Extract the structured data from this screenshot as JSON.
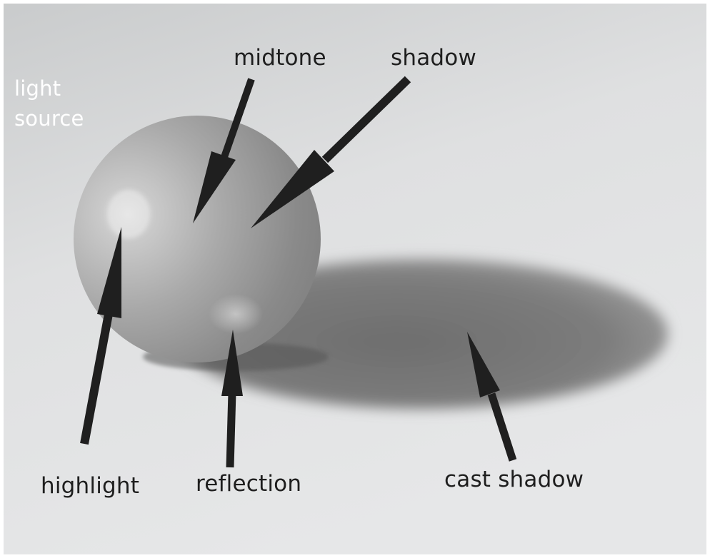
{
  "diagram": {
    "light_source": [
      "light",
      "source"
    ],
    "labels": {
      "midtone": "midtone",
      "shadow": "shadow",
      "highlight": "highlight",
      "reflection": "reflection",
      "cast_shadow": "cast shadow"
    }
  }
}
